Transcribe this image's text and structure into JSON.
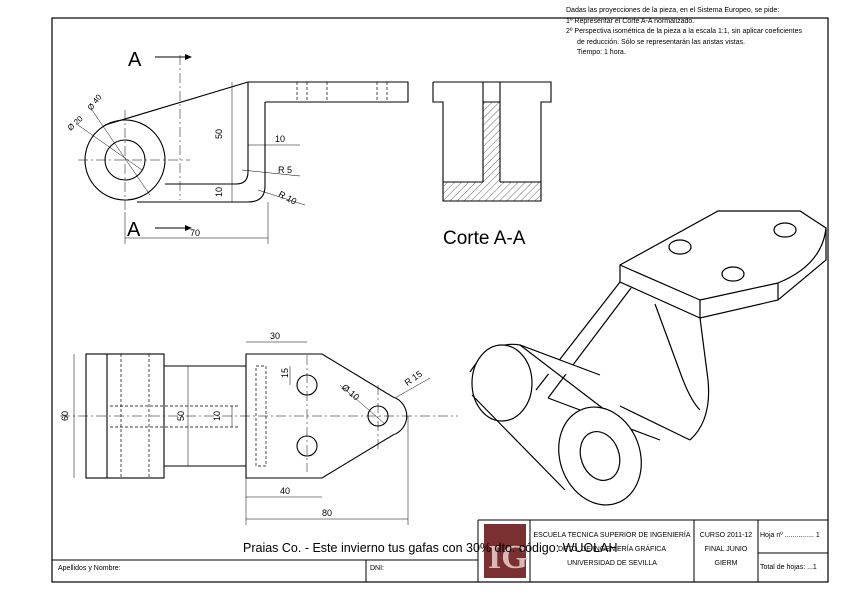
{
  "instructions": {
    "lines": [
      "Dadas las proyecciones de la pieza, en el Sistema Europeo, se pide:",
      "1º Representar el Corte A-A normalizado.",
      "2º Perspectiva isométrica de la pieza a la escala 1:1, sin aplicar coeficientes",
      "de reducción. Sólo se representarán las aristas vistas.",
      "Tiempo: 1 hora."
    ]
  },
  "section_label": "Corte A-A",
  "cut_letter": "A",
  "dimensions": {
    "d40": "Ø 40",
    "d20": "Ø 20",
    "h50": "50",
    "w10": "10",
    "r5": "R 5",
    "r10": "R 10",
    "t10": "10",
    "l70": "70",
    "w30": "30",
    "v15": "15",
    "d10": "Ø 10",
    "r15": "R 15",
    "h60": "60",
    "h50b": "50",
    "t10b": "10",
    "l40": "40",
    "l80": "80"
  },
  "ad_text": "Praias Co. - Este invierno tus gafas con 30% dto. código: WUOLAH",
  "title_block": {
    "name_label": "Apellidos y Nombre:",
    "dni_label": "DNI:",
    "school_line1": "ESCUELA TECNICA SUPERIOR DE INGENIERÍA",
    "school_line2": "DPTO. DE INGENIERÍA GRÁFICA",
    "school_line3": "UNIVERSIDAD DE SEVILLA",
    "course_line1": "CURSO 2011-12",
    "course_line2": "FINAL JUNIO",
    "course_line3": "GIERM",
    "sheet_label": "Hoja nº ............... 1",
    "total_label": "Total de hojas: ...1",
    "logo_text": "IG"
  }
}
